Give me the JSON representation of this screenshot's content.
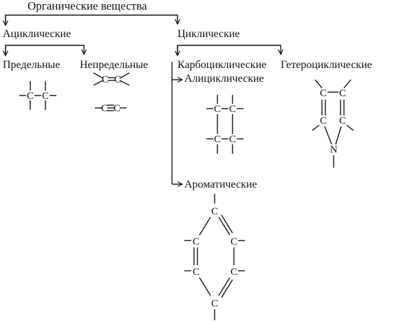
{
  "title": "Органические вещества",
  "categories": {
    "acyclic": "Ациклические",
    "cyclic": "Циклические",
    "saturated": "Предельные",
    "unsaturated": "Непредельные",
    "carbocyclic": "Карбоциклические",
    "heterocyclic": "Гетероциклические",
    "alicyclic": "Алициклические",
    "aromatic": "Ароматические"
  },
  "atoms": {
    "carbon": "C",
    "nitrogen": "N"
  },
  "formulas": {
    "alkane": "–C–C–",
    "alkene": "C=C",
    "alkyne": "–C≡C–"
  },
  "colors": {
    "ink": "#111111",
    "background": "#ffffff"
  }
}
